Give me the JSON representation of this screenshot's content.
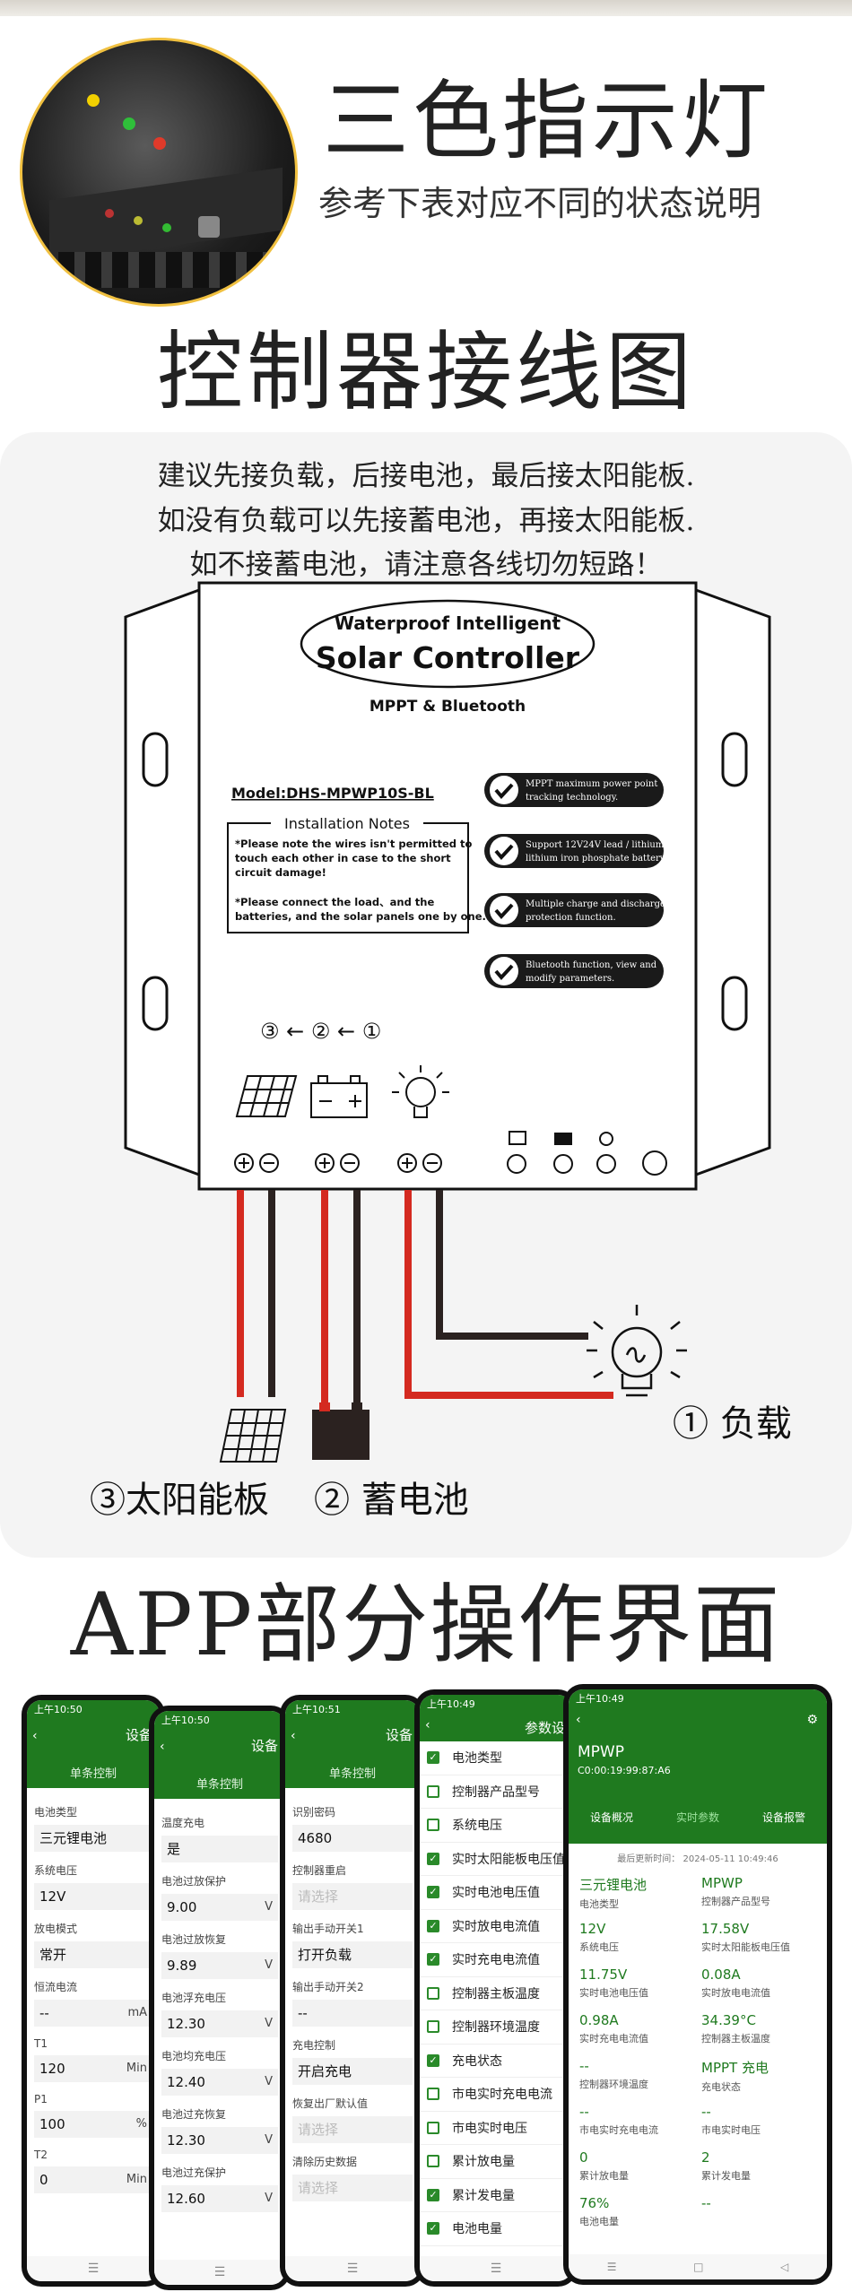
{
  "top": {
    "title": "三色指示灯",
    "subtitle": "参考下表对应不同的状态说明"
  },
  "wiring": {
    "title": "控制器接线图",
    "instructions": [
      "建议先接负载，后接电池，最后接太阳能板.",
      "如没有负载可以先接蓄电池，再接太阳能板.",
      "如不接蓄电池，请注意各线切勿短路！"
    ],
    "device": {
      "badge_line1": "Waterproof Intelligent",
      "badge_line2": "Solar Controller",
      "sub": "MPPT & Bluetooth",
      "model": "Model:DHS-MPWP10S-BL",
      "notes_title": "Installation Notes",
      "note1": [
        "*Please note the wires isn't permitted to",
        "touch each other in case to the short",
        "circuit damage!"
      ],
      "note2": [
        "*Please connect the  load、and the",
        "batteries, and the solar panels one by one."
      ],
      "features": [
        [
          "MPPT maximum power point",
          "tracking technology."
        ],
        [
          "Support 12V24V lead / lithium",
          "lithium iron phosphate battery."
        ],
        [
          "Multiple charge and discharge",
          "protection function."
        ],
        [
          "Bluetooth function, view and",
          "modify parameters."
        ]
      ],
      "order": "③ ← ② ← ①"
    },
    "labels": {
      "load": "① 负载",
      "solar": "③太阳能板",
      "battery": "② 蓄电池"
    }
  },
  "app_title": "APP部分操作界面",
  "phones": [
    {
      "status": "上午10:50",
      "title": "设备",
      "tab": "单条控制",
      "fields": [
        {
          "label": "电池类型",
          "value": "三元锂电池",
          "unit": ""
        },
        {
          "label": "系统电压",
          "value": "12V",
          "unit": ""
        },
        {
          "label": "放电模式",
          "value": "常开",
          "unit": ""
        },
        {
          "label": "恒流电流",
          "value": "--",
          "unit": "mA"
        },
        {
          "label": "T1",
          "value": "120",
          "unit": "Min"
        },
        {
          "label": "P1",
          "value": "100",
          "unit": "%"
        },
        {
          "label": "T2",
          "value": "0",
          "unit": "Min"
        }
      ]
    },
    {
      "status": "上午10:50",
      "title": "设备",
      "tab": "单条控制",
      "fields": [
        {
          "label": "温度充电",
          "value": "是",
          "unit": ""
        },
        {
          "label": "电池过放保护",
          "value": "9.00",
          "unit": "V"
        },
        {
          "label": "电池过放恢复",
          "value": "9.89",
          "unit": "V"
        },
        {
          "label": "电池浮充电压",
          "value": "12.30",
          "unit": "V"
        },
        {
          "label": "电池均充电压",
          "value": "12.40",
          "unit": "V"
        },
        {
          "label": "电池过充恢复",
          "value": "12.30",
          "unit": "V"
        },
        {
          "label": "电池过充保护",
          "value": "12.60",
          "unit": "V"
        }
      ]
    },
    {
      "status": "上午10:51",
      "title": "设备",
      "tab": "单条控制",
      "fields": [
        {
          "label": "识别密码",
          "value": "4680",
          "unit": "",
          "ph": false
        },
        {
          "label": "控制器重启",
          "value": "请选择",
          "unit": "",
          "ph": true
        },
        {
          "label": "输出手动开关1",
          "value": "打开负载",
          "unit": "",
          "ph": false
        },
        {
          "label": "输出手动开关2",
          "value": "--",
          "unit": "",
          "ph": false
        },
        {
          "label": "充电控制",
          "value": "开启充电",
          "unit": "",
          "ph": false
        },
        {
          "label": "恢复出厂默认值",
          "value": "请选择",
          "unit": "",
          "ph": true
        },
        {
          "label": "清除历史数据",
          "value": "请选择",
          "unit": "",
          "ph": true
        }
      ]
    },
    {
      "status": "上午10:49",
      "title": "参数设",
      "rows": [
        {
          "label": "电池类型",
          "checked": true
        },
        {
          "label": "控制器产品型号",
          "checked": false
        },
        {
          "label": "系统电压",
          "checked": false
        },
        {
          "label": "实时太阳能板电压值",
          "checked": true
        },
        {
          "label": "实时电池电压值",
          "checked": true
        },
        {
          "label": "实时放电电流值",
          "checked": true
        },
        {
          "label": "实时充电电流值",
          "checked": true
        },
        {
          "label": "控制器主板温度",
          "checked": false
        },
        {
          "label": "控制器环境温度",
          "checked": false
        },
        {
          "label": "充电状态",
          "checked": true
        },
        {
          "label": "市电实时充电电流",
          "checked": false
        },
        {
          "label": "市电实时电压",
          "checked": false
        },
        {
          "label": "累计放电量",
          "checked": false
        },
        {
          "label": "累计发电量",
          "checked": true
        },
        {
          "label": "电池电量",
          "checked": true
        }
      ]
    },
    {
      "status": "上午10:49",
      "device_name": "MPWP",
      "mac": "C0:00:19:99:87:A6",
      "tabs": [
        "设备概况",
        "实时参数",
        "设备报警"
      ],
      "updated": "最后更新时间：  2024-05-11 10:49:46",
      "cells": [
        {
          "v": "三元锂电池",
          "l": "电池类型"
        },
        {
          "v": "MPWP",
          "l": "控制器产品型号"
        },
        {
          "v": "12V",
          "l": "系统电压"
        },
        {
          "v": "17.58V",
          "l": "实时太阳能板电压值"
        },
        {
          "v": "11.75V",
          "l": "实时电池电压值"
        },
        {
          "v": "0.08A",
          "l": "实时放电电流值"
        },
        {
          "v": "0.98A",
          "l": "实时充电电流值"
        },
        {
          "v": "34.39°C",
          "l": "控制器主板温度"
        },
        {
          "v": "--",
          "l": "控制器环境温度"
        },
        {
          "v": "MPPT 充电",
          "l": "充电状态"
        },
        {
          "v": "--",
          "l": "市电实时充电电流"
        },
        {
          "v": "--",
          "l": "市电实时电压"
        },
        {
          "v": "0",
          "l": "累计放电量"
        },
        {
          "v": "2",
          "l": "累计发电量"
        },
        {
          "v": "76%",
          "l": "电池电量"
        },
        {
          "v": "--",
          "l": ""
        }
      ]
    }
  ],
  "colors": {
    "app_green": "#1f7a1f",
    "wire_red": "#d42a20",
    "wire_black": "#2b2220",
    "lens_ring": "#f0c040"
  }
}
